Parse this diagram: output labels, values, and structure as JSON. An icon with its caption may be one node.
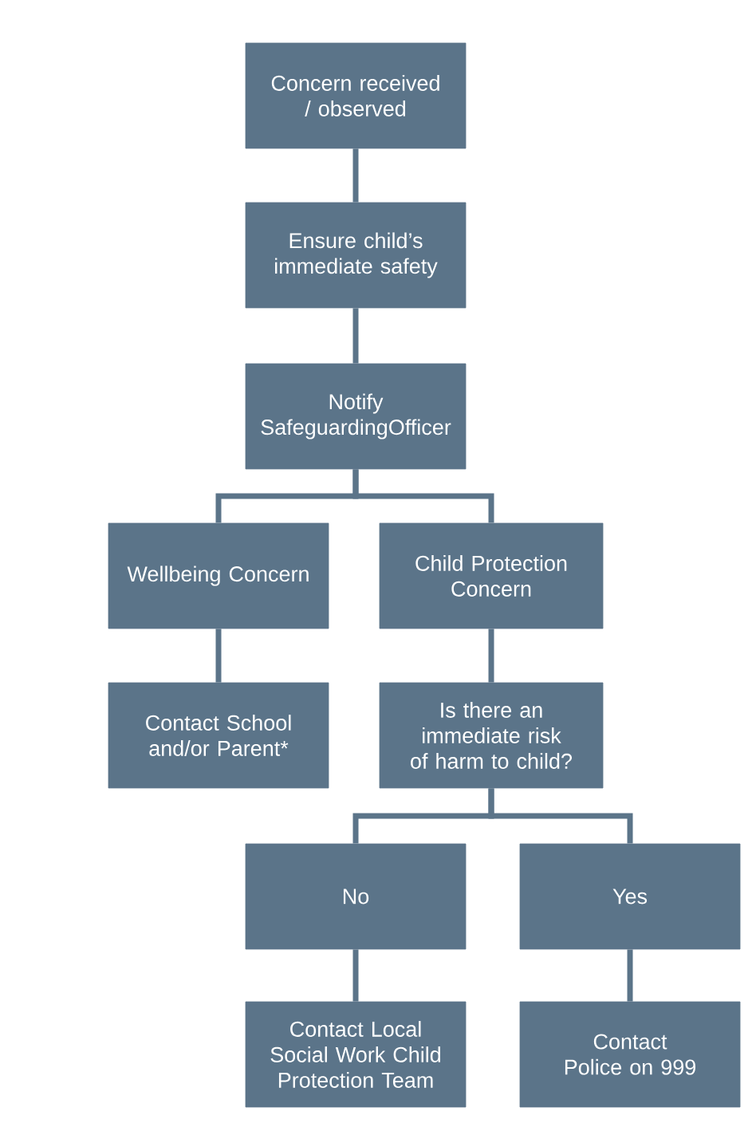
{
  "diagram": {
    "nodes": [
      {
        "text": [
          "Concern received / observed"
        ]
      },
      {
        "text": [
          "Ensure child’s immediate safety"
        ]
      },
      {
        "text": [
          "Notify SafeguardingOfficer"
        ]
      },
      {
        "text": [
          "Wellbeing Concern"
        ]
      },
      {
        "text": [
          "Child Protection Concern"
        ]
      },
      {
        "text": [
          "Contact School and/or Parent*"
        ]
      },
      {
        "text": [
          "Is there an immediate risk of harm to child?"
        ]
      },
      {
        "text": [
          "No"
        ]
      },
      {
        "text": [
          "Yes"
        ]
      },
      {
        "text": [
          "Contact Local Social Work Child Protection Team"
        ]
      },
      {
        "text": [
          "Contact Police on 999"
        ]
      }
    ],
    "edges": [
      {
        "from": 0,
        "to": 1,
        "arrow": "none"
      },
      {
        "from": 1,
        "to": 2,
        "arrow": "none"
      },
      {
        "from": 2,
        "to": 3,
        "arrow": "none"
      },
      {
        "from": 2,
        "to": 4,
        "arrow": "none"
      },
      {
        "from": 3,
        "to": 5,
        "arrow": "none"
      },
      {
        "from": 4,
        "to": 6,
        "arrow": "none"
      },
      {
        "from": 6,
        "to": 7,
        "arrow": "none"
      },
      {
        "from": 6,
        "to": 8,
        "arrow": "none"
      },
      {
        "from": 7,
        "to": 9,
        "arrow": "none"
      },
      {
        "from": 8,
        "to": 10,
        "arrow": "none"
      }
    ]
  }
}
